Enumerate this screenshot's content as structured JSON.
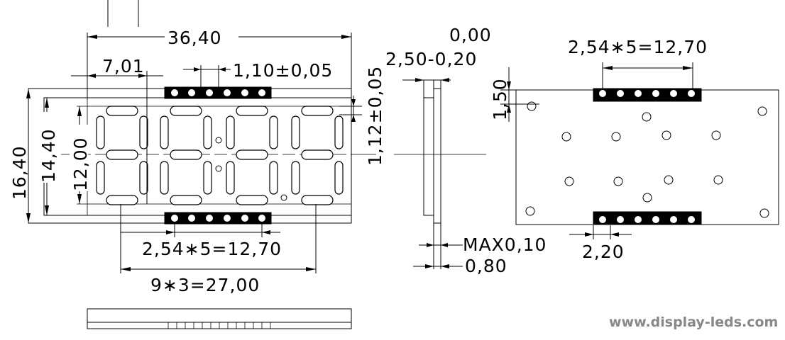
{
  "dimensions": {
    "total_width": "36,40",
    "digit_width": "7,01",
    "pin_width": "1,10±0,05",
    "pitch_top": "0,00",
    "thickness_tol": "2,50-0,20",
    "pin_pitch_bottom_front": "2,54∗5=12,70",
    "pin_pitch_back": "2,54∗5=12,70",
    "digit_pitch": "9∗3=27,00",
    "height_total": "16,40",
    "height_body": "14,40",
    "height_digit": "12,00",
    "segment_tol": "1,12±0,05",
    "back_offset": "1,50",
    "max_gap": "MAX0,10",
    "pin_thickness": "0,80",
    "pad_width": "2,20"
  },
  "watermark": "www.display-leds.com"
}
